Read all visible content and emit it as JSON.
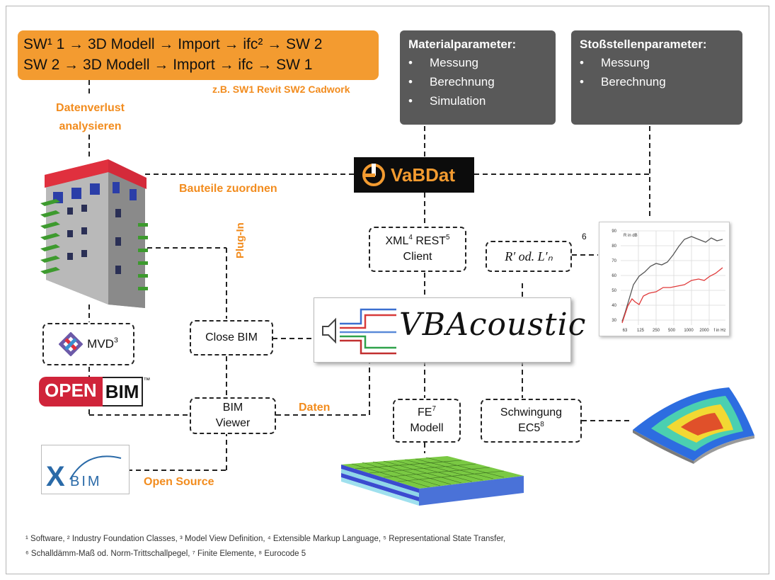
{
  "top_box": {
    "line1": "SW¹ 1 → 3D Modell → Import → ifc² → SW 2",
    "line2": "SW 2 → 3D Modell → Import → ifc  → SW 1"
  },
  "sw_example": "z.B. SW1 Revit SW2 Cadwork",
  "datenverlust": {
    "line1": "Datenverlust",
    "line2": "analysieren"
  },
  "material_box": {
    "title": "Materialparameter:",
    "items": [
      "Messung",
      "Berechnung",
      "Simulation"
    ]
  },
  "stoss_box": {
    "title": "Stoßstellenparameter:",
    "items": [
      "Messung",
      "Berechnung"
    ]
  },
  "vabdat": {
    "label": "VaBDat"
  },
  "bauteile_label": "Bauteile zuordnen",
  "plugin_label": "Plug-In",
  "xml_box": {
    "line1_a": "XML",
    "sup1": "4",
    "line1_b": " REST",
    "sup2": "5",
    "line2": "Client"
  },
  "rprime_box": {
    "text": "R′ od. L′ₙ",
    "sup": "6"
  },
  "vbacoustic": {
    "label": "VBAcoustic"
  },
  "closebim": {
    "label": "Close BIM"
  },
  "mvd": {
    "label": "MVD",
    "sup": "3"
  },
  "openbim": {
    "open": "OPEN",
    "bim": "BIM",
    "tm": "™"
  },
  "bimviewer": {
    "line1": "BIM",
    "line2": "Viewer"
  },
  "daten_label": "Daten",
  "fe_box": {
    "line1": "FE",
    "sup": "7",
    "line2": "Modell"
  },
  "schwingung_box": {
    "line1": "Schwingung",
    "line2_a": "EC5",
    "sup": "8"
  },
  "xbim": {
    "x": "X",
    "rest": "BIM"
  },
  "open_source": "Open Source",
  "chart": {
    "ylabel": "R in dB",
    "yticks": [
      "90",
      "80",
      "70",
      "60",
      "50",
      "40",
      "30"
    ],
    "xticks": [
      "63",
      "125",
      "250",
      "500",
      "1000",
      "2000",
      "f in Hz"
    ]
  },
  "footnote": {
    "line1": "¹ Software, ² Industry Foundation Classes, ³ Model View Definition, ⁴ Extensible Markup  Language, ⁵ Representational State Transfer,",
    "line2": "⁶ Schalldämm-Maß od. Norm-Trittschallpegel, ⁷ Finite Elemente, ⁸ Eurocode 5"
  },
  "colors": {
    "orange": "#f39b30",
    "orange_text": "#f28c1e",
    "gray": "#595959",
    "openbim_red": "#d0243a",
    "xbim_blue": "#2a6aa8"
  }
}
